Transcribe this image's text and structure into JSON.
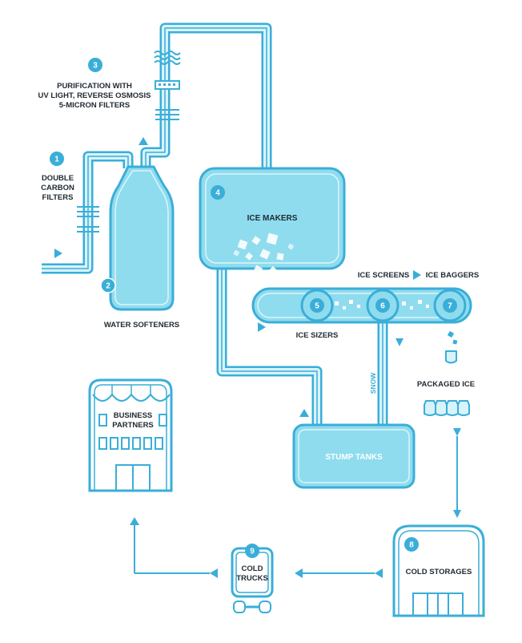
{
  "colors": {
    "accent": "#3aaed8",
    "fill": "#8fdcee",
    "pale": "#d8f3fa",
    "text": "#1f2a33"
  },
  "steps": [
    {
      "num": "1",
      "lines": [
        "DOUBLE",
        "CARBON",
        "FILTERS"
      ]
    },
    {
      "num": "2",
      "lines": [
        "WATER SOFTENERS"
      ]
    },
    {
      "num": "3",
      "lines": [
        "PURIFICATION WITH",
        "UV LIGHT, REVERSE OSMOSIS",
        "5-MICRON FILTERS"
      ]
    },
    {
      "num": "4",
      "lines": [
        "ICE MAKERS"
      ]
    },
    {
      "num": "5",
      "lines": [
        "ICE SIZERS"
      ]
    },
    {
      "num": "6",
      "lines": [
        "ICE SCREENS"
      ]
    },
    {
      "num": "7",
      "lines": [
        "ICE BAGGERS"
      ]
    },
    {
      "num": "8",
      "lines": [
        "COLD STORAGES"
      ]
    },
    {
      "num": "9",
      "lines": [
        "COLD",
        "TRUCKS"
      ]
    }
  ],
  "labels": {
    "snow": "SNOW",
    "stump_tanks": "STUMP TANKS",
    "packaged_ice": "PACKAGED ICE",
    "business_partners": [
      "BUSINESS",
      "PARTNERS"
    ]
  }
}
